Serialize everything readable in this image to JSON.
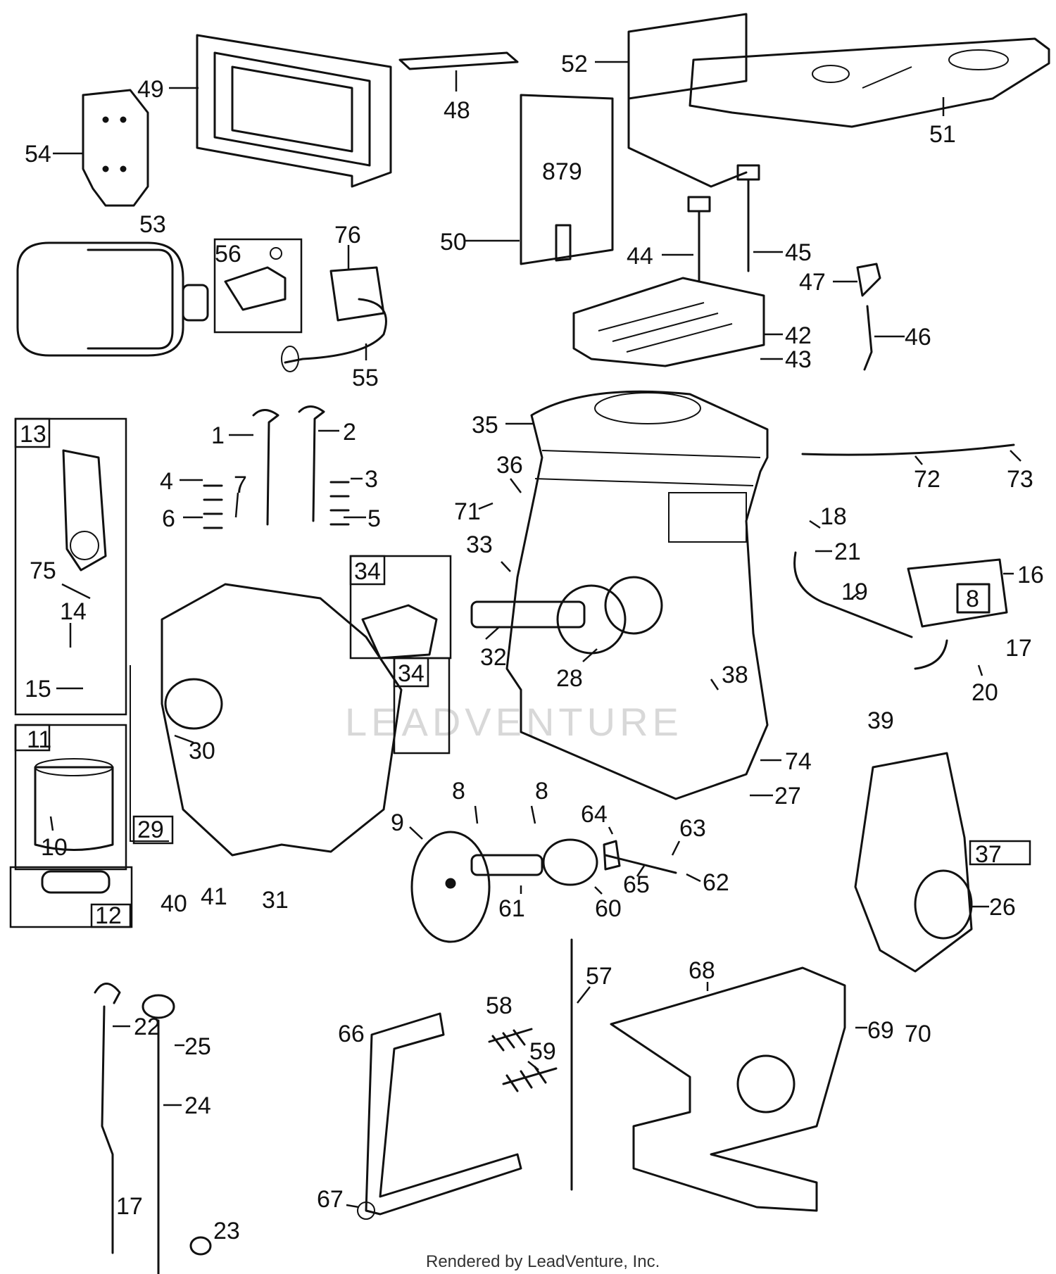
{
  "watermark": "LEADVENTURE",
  "credit": "Rendered by LeadVenture, Inc.",
  "stamp": "879",
  "head_stamp": "8",
  "callouts": [
    {
      "id": "49",
      "text": "49"
    },
    {
      "id": "48",
      "text": "48"
    },
    {
      "id": "52",
      "text": "52"
    },
    {
      "id": "51",
      "text": "51"
    },
    {
      "id": "54",
      "text": "54"
    },
    {
      "id": "53",
      "text": "53"
    },
    {
      "id": "56",
      "text": "56"
    },
    {
      "id": "76",
      "text": "76"
    },
    {
      "id": "55",
      "text": "55"
    },
    {
      "id": "50",
      "text": "50"
    },
    {
      "id": "44",
      "text": "44"
    },
    {
      "id": "45",
      "text": "45"
    },
    {
      "id": "47",
      "text": "47"
    },
    {
      "id": "46",
      "text": "46"
    },
    {
      "id": "42",
      "text": "42"
    },
    {
      "id": "43",
      "text": "43"
    },
    {
      "id": "13",
      "text": "13"
    },
    {
      "id": "1",
      "text": "1"
    },
    {
      "id": "2",
      "text": "2"
    },
    {
      "id": "4",
      "text": "4"
    },
    {
      "id": "7",
      "text": "7"
    },
    {
      "id": "3",
      "text": "3"
    },
    {
      "id": "6",
      "text": "6"
    },
    {
      "id": "5",
      "text": "5"
    },
    {
      "id": "35",
      "text": "35"
    },
    {
      "id": "36",
      "text": "36"
    },
    {
      "id": "71",
      "text": "71"
    },
    {
      "id": "72",
      "text": "72"
    },
    {
      "id": "73",
      "text": "73"
    },
    {
      "id": "18",
      "text": "18"
    },
    {
      "id": "21",
      "text": "21"
    },
    {
      "id": "33",
      "text": "33"
    },
    {
      "id": "34a",
      "text": "34"
    },
    {
      "id": "75",
      "text": "75"
    },
    {
      "id": "14",
      "text": "14"
    },
    {
      "id": "32",
      "text": "32"
    },
    {
      "id": "16",
      "text": "16"
    },
    {
      "id": "19",
      "text": "19"
    },
    {
      "id": "17a",
      "text": "17"
    },
    {
      "id": "15",
      "text": "15"
    },
    {
      "id": "20",
      "text": "20"
    },
    {
      "id": "34b",
      "text": "34"
    },
    {
      "id": "28",
      "text": "28"
    },
    {
      "id": "38",
      "text": "38"
    },
    {
      "id": "11",
      "text": "11"
    },
    {
      "id": "39",
      "text": "39"
    },
    {
      "id": "30",
      "text": "30"
    },
    {
      "id": "74",
      "text": "74"
    },
    {
      "id": "27",
      "text": "27"
    },
    {
      "id": "8a",
      "text": "8"
    },
    {
      "id": "8b",
      "text": "8"
    },
    {
      "id": "64",
      "text": "64"
    },
    {
      "id": "63",
      "text": "63"
    },
    {
      "id": "10",
      "text": "10"
    },
    {
      "id": "29",
      "text": "29"
    },
    {
      "id": "9",
      "text": "9"
    },
    {
      "id": "37",
      "text": "37"
    },
    {
      "id": "65",
      "text": "65"
    },
    {
      "id": "62",
      "text": "62"
    },
    {
      "id": "40",
      "text": "40"
    },
    {
      "id": "41",
      "text": "41"
    },
    {
      "id": "31",
      "text": "31"
    },
    {
      "id": "61",
      "text": "61"
    },
    {
      "id": "60",
      "text": "60"
    },
    {
      "id": "26",
      "text": "26"
    },
    {
      "id": "12",
      "text": "12"
    },
    {
      "id": "57",
      "text": "57"
    },
    {
      "id": "68",
      "text": "68"
    },
    {
      "id": "22",
      "text": "22"
    },
    {
      "id": "58",
      "text": "58"
    },
    {
      "id": "69",
      "text": "69"
    },
    {
      "id": "70",
      "text": "70"
    },
    {
      "id": "25",
      "text": "25"
    },
    {
      "id": "66",
      "text": "66"
    },
    {
      "id": "59",
      "text": "59"
    },
    {
      "id": "24",
      "text": "24"
    },
    {
      "id": "17b",
      "text": "17"
    },
    {
      "id": "67",
      "text": "67"
    },
    {
      "id": "23",
      "text": "23"
    }
  ]
}
